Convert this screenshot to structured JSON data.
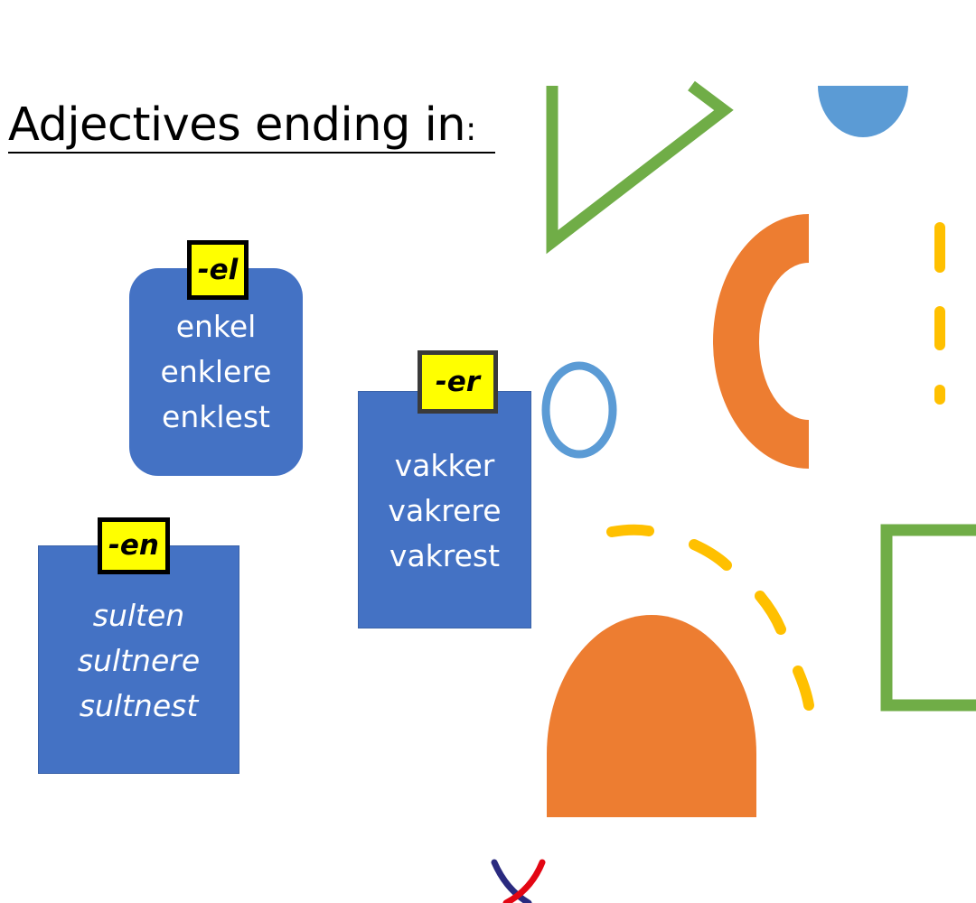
{
  "title": {
    "main": "Adjectives ending in",
    "colon": ":"
  },
  "cards": {
    "el": {
      "tag": "-el",
      "words": [
        "enkel",
        "enklere",
        "enklest"
      ]
    },
    "er": {
      "tag": "-er",
      "words": [
        "vakker",
        "vakrere",
        "vakrest"
      ]
    },
    "en": {
      "tag": "-en",
      "words": [
        "sulten",
        "sultnere",
        "sultnest"
      ]
    }
  },
  "colors": {
    "card": "#4472c4",
    "tag": "#ffff00",
    "green": "#70ad47",
    "orange": "#ed7d31",
    "blue": "#5b9bd5",
    "yellow": "#ffc000",
    "logo_navy": "#2a2a7f",
    "logo_red": "#e30613"
  },
  "icons": [
    "triangle-shape",
    "half-circle-shape",
    "arc-shape",
    "ring-shape",
    "dashed-line-shape",
    "dashed-arc-shape",
    "dome-shape",
    "square-shape",
    "logo-icon"
  ]
}
